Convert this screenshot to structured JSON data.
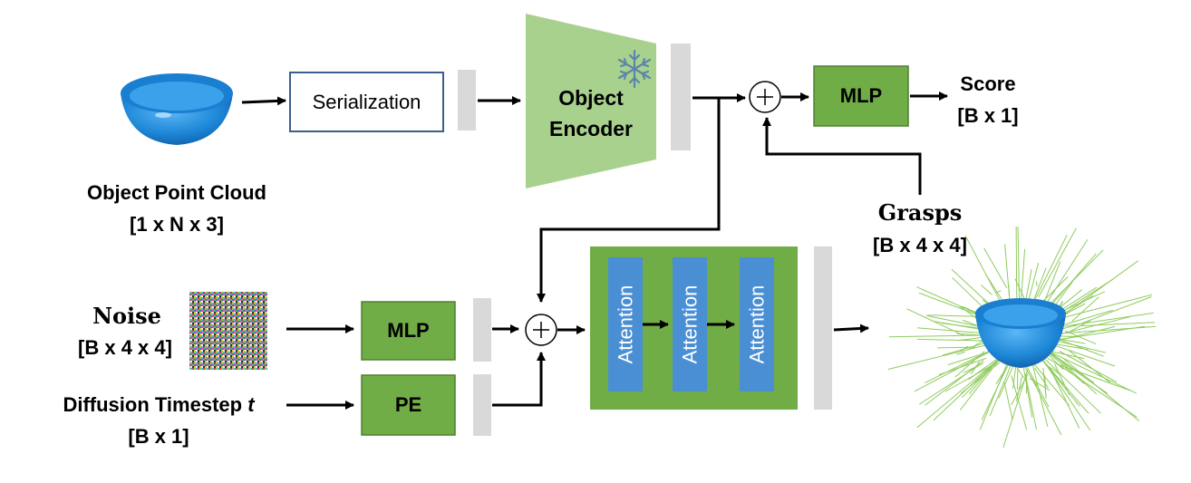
{
  "inputs": {
    "point_cloud": {
      "title": "Object Point Cloud",
      "shape": "[1 x N x 3]"
    },
    "noise": {
      "title": "Noise",
      "shape": "[B x 4 x 4]"
    },
    "timestep": {
      "title": "Diffusion Timestep",
      "var": "t",
      "shape": "[B x 1]"
    },
    "grasps": {
      "title": "Grasps",
      "shape": "[B x 4 x 4]"
    }
  },
  "blocks": {
    "serialization": "Serialization",
    "encoder_line1": "Object",
    "encoder_line2": "Encoder",
    "mlp_top": "MLP",
    "mlp_noise": "MLP",
    "pe": "PE",
    "attention": [
      "Attention",
      "Attention",
      "Attention"
    ]
  },
  "outputs": {
    "score": {
      "title": "Score",
      "shape": "[B x 1]"
    }
  },
  "colors": {
    "light_green": "#a9d18e",
    "dark_green": "#70ad47",
    "attention_blue": "#4a8fd4",
    "feature_gray": "#d9d9d9",
    "bowl_blue": "#1e88d8",
    "grasp_green": "#7cc241"
  },
  "icons": {
    "frozen": "snowflake-icon",
    "sum": "plus-circle-icon"
  }
}
